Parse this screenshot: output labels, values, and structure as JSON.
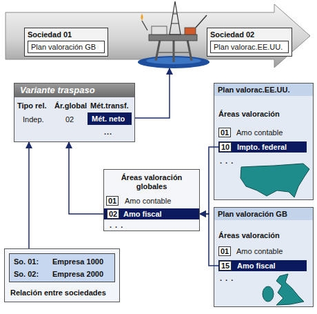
{
  "diagram": {
    "nodes": [
      {
        "text": [
          "Sociedad 01"
        ]
      },
      {
        "text": [
          "Plan valoración GB"
        ],
        "in": 0
      },
      {
        "text": [
          "Sociedad 02"
        ]
      },
      {
        "text": [
          "Plan valorac.EE.UU."
        ],
        "in": 2
      },
      {
        "text": [
          "Variante traspaso"
        ]
      },
      {
        "text": [
          "Mét. neto"
        ],
        "in": 4
      },
      {
        "text": [
          "Plan valorac.EE.UU.",
          "Áreas valoración"
        ]
      },
      {
        "text": [
          "10",
          "Impto. federal"
        ],
        "in": 6
      },
      {
        "text": [
          "Áreas valoración globales"
        ]
      },
      {
        "text": [
          "02",
          "Amo fiscal"
        ],
        "in": 8
      },
      {
        "text": [
          "Plan valoración GB",
          "Áreas valoración"
        ]
      },
      {
        "text": [
          "15",
          "Amo fiscal"
        ],
        "in": 10
      },
      {
        "text": [
          "Relación entre sociedades"
        ]
      },
      {
        "text": [
          "So. 01:",
          "Empresa 1000",
          "So. 02:",
          "Empresa 2000"
        ],
        "in": 12
      }
    ],
    "edges": [
      {
        "from": 12,
        "to": 4,
        "arrow": "to"
      },
      {
        "from": 9,
        "to": 4,
        "arrow": "to"
      },
      {
        "from": 7,
        "to": 9,
        "arrow": "to"
      },
      {
        "from": 11,
        "to": 9,
        "arrow": "to"
      }
    ],
    "labels": [
      "Tipo rel.",
      "Ár.global",
      "Mét.transf.",
      "Indep.",
      "02",
      "...",
      "01",
      "Amo contable",
      ". . .",
      "01",
      "Amo contable",
      ". . .",
      "01",
      "Amo contable",
      ". . ."
    ]
  }
}
